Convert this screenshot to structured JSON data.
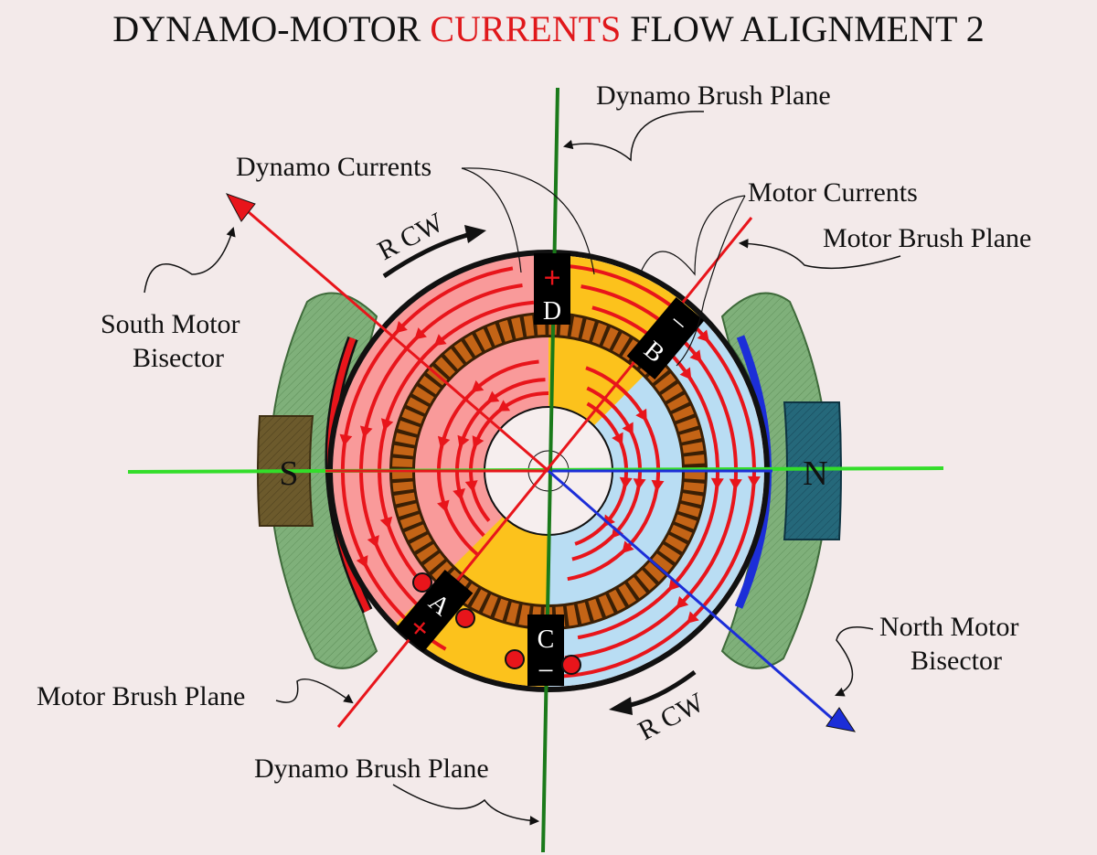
{
  "title": {
    "part1": "DYNAMO-MOTOR ",
    "highlight": "CURRENTS",
    "part2": " FLOW ALIGNMENT 2"
  },
  "labels": {
    "dynamo_brush_plane_top": "Dynamo Brush Plane",
    "dynamo_brush_plane_bottom": "Dynamo Brush Plane",
    "dynamo_currents": "Dynamo Currents",
    "motor_currents": "Motor Currents",
    "motor_brush_plane_right": "Motor Brush Plane",
    "motor_brush_plane_left": "Motor Brush Plane",
    "south_motor_bisector_l1": "South Motor",
    "south_motor_bisector_l2": "Bisector",
    "north_motor_bisector_l1": "North Motor",
    "north_motor_bisector_l2": "Bisector",
    "rotation_top": "R CW",
    "rotation_bottom": "R CW"
  },
  "poles": {
    "south": "S",
    "north": "N"
  },
  "brushes": {
    "a": {
      "letter": "A",
      "sign": "+"
    },
    "b": {
      "letter": "B",
      "sign": "−"
    },
    "c": {
      "letter": "C",
      "sign": "−"
    },
    "d": {
      "letter": "D",
      "sign": "+"
    }
  },
  "colors": {
    "background": "#f3eaea",
    "dynamo_zone": "#f99a9a",
    "motor_zone": "#b9ddf3",
    "crossover_zone": "#fcc21c",
    "current_arrows": "#e8151b",
    "south_bisector": "#e8151b",
    "north_bisector": "#1c2ed8",
    "dynamo_brush_plane": "#1a7a1a",
    "pole_axis": "#33dd2a",
    "field_magnet": "#7fb07a",
    "commutator": "#c46416",
    "brush": "#000000"
  }
}
